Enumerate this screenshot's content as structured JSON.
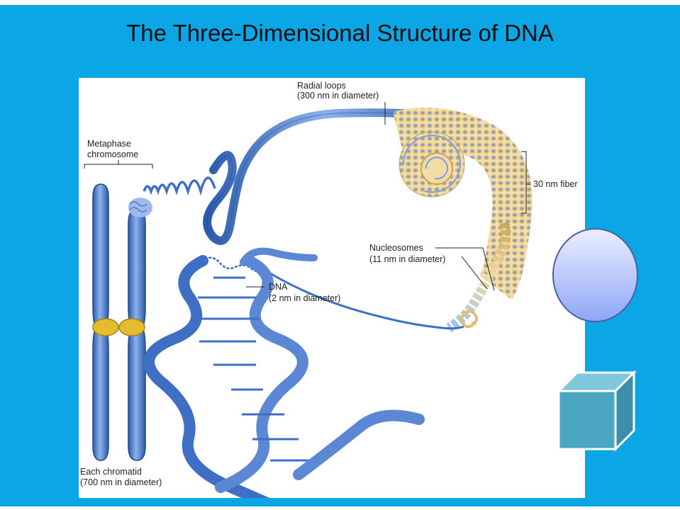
{
  "slide": {
    "title": "The Three-Dimensional Structure of DNA",
    "colors": {
      "background": "#0aa6e6",
      "dna_blue": "#3f6fc4",
      "histone_yellow": "#e7c679"
    }
  },
  "figure": {
    "labels": {
      "radial_loops": "Radial loops",
      "radial_loops_size": "(300 nm in diameter)",
      "metaphase": "Metaphase",
      "chromosome": "chromosome",
      "fiber_30nm": "30 nm fiber",
      "nucleosomes": "Nucleosomes",
      "nucleosomes_size": "(11 nm in diameter)",
      "dna": "DNA",
      "dna_size": "(2 nm in diameter)",
      "chromatid": "Each chromatid",
      "chromatid_size": "(700 nm in diameter)"
    }
  },
  "shapes": {
    "circle": {
      "icon": "circle-shape",
      "color": "#b9c7fb"
    },
    "cube": {
      "icon": "cube-shape",
      "color": "#4aa6c1"
    }
  }
}
